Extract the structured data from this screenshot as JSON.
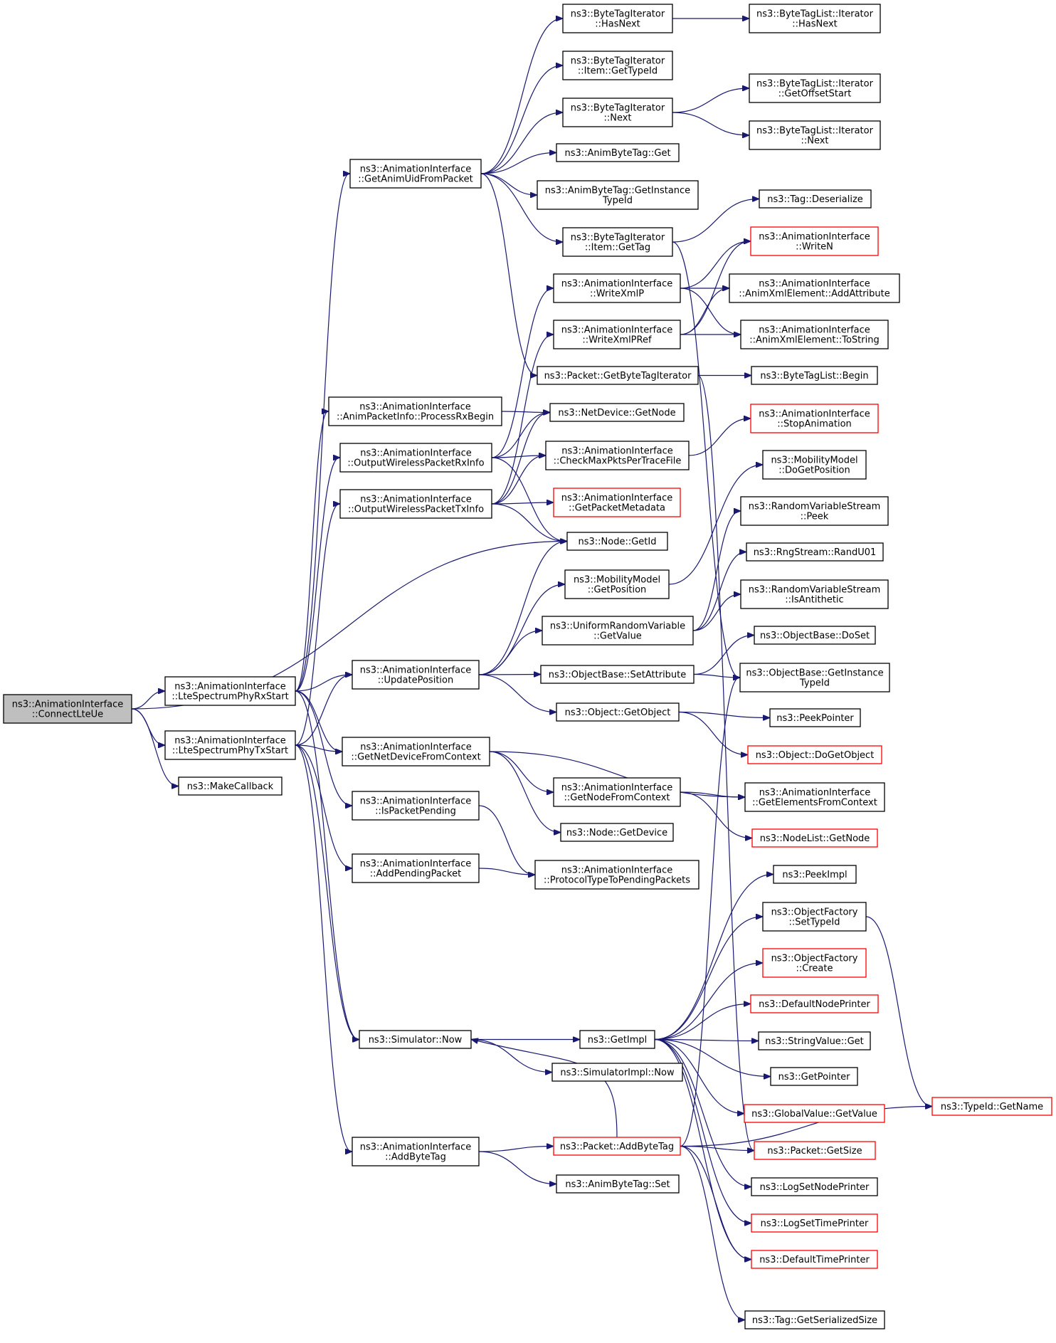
{
  "diagram": {
    "nodes": [
      {
        "id": "connectLteUe",
        "lines": [
          "ns3::AnimationInterface",
          "::ConnectLteUe"
        ],
        "style": "root"
      },
      {
        "id": "phyRxStart",
        "lines": [
          "ns3::AnimationInterface",
          "::LteSpectrumPhyRxStart"
        ],
        "style": "normal"
      },
      {
        "id": "phyTxStart",
        "lines": [
          "ns3::AnimationInterface",
          "::LteSpectrumPhyTxStart"
        ],
        "style": "normal"
      },
      {
        "id": "makeCallback",
        "lines": [
          "ns3::MakeCallback"
        ],
        "style": "normal"
      },
      {
        "id": "getAnimUid",
        "lines": [
          "ns3::AnimationInterface",
          "::GetAnimUidFromPacket"
        ],
        "style": "normal"
      },
      {
        "id": "processRxBegin",
        "lines": [
          "ns3::AnimationInterface",
          "::AnimPacketInfo::ProcessRxBegin"
        ],
        "style": "normal"
      },
      {
        "id": "outRxInfo",
        "lines": [
          "ns3::AnimationInterface",
          "::OutputWirelessPacketRxInfo"
        ],
        "style": "normal"
      },
      {
        "id": "outTxInfo",
        "lines": [
          "ns3::AnimationInterface",
          "::OutputWirelessPacketTxInfo"
        ],
        "style": "normal"
      },
      {
        "id": "updatePosition",
        "lines": [
          "ns3::AnimationInterface",
          "::UpdatePosition"
        ],
        "style": "normal"
      },
      {
        "id": "getNetDevFromCtx",
        "lines": [
          "ns3::AnimationInterface",
          "::GetNetDeviceFromContext"
        ],
        "style": "normal"
      },
      {
        "id": "isPacketPending",
        "lines": [
          "ns3::AnimationInterface",
          "::IsPacketPending"
        ],
        "style": "normal"
      },
      {
        "id": "addPendingPacket",
        "lines": [
          "ns3::AnimationInterface",
          "::AddPendingPacket"
        ],
        "style": "normal"
      },
      {
        "id": "simNow",
        "lines": [
          "ns3::Simulator::Now"
        ],
        "style": "normal"
      },
      {
        "id": "addByteTagAI",
        "lines": [
          "ns3::AnimationInterface",
          "::AddByteTag"
        ],
        "style": "normal"
      },
      {
        "id": "btiHasNext",
        "lines": [
          "ns3::ByteTagIterator",
          "::HasNext"
        ],
        "style": "normal"
      },
      {
        "id": "btiItemGetTypeId",
        "lines": [
          "ns3::ByteTagIterator",
          "::Item::GetTypeId"
        ],
        "style": "normal"
      },
      {
        "id": "btiNext",
        "lines": [
          "ns3::ByteTagIterator",
          "::Next"
        ],
        "style": "normal"
      },
      {
        "id": "abtGet",
        "lines": [
          "ns3::AnimByteTag::Get"
        ],
        "style": "normal"
      },
      {
        "id": "abtGetInstTypeId",
        "lines": [
          "ns3::AnimByteTag::GetInstance",
          "TypeId"
        ],
        "style": "normal"
      },
      {
        "id": "btiItemGetTag",
        "lines": [
          "ns3::ByteTagIterator",
          "::Item::GetTag"
        ],
        "style": "normal"
      },
      {
        "id": "writeXmlP",
        "lines": [
          "ns3::AnimationInterface",
          "::WriteXmlP"
        ],
        "style": "normal"
      },
      {
        "id": "writeXmlPRef",
        "lines": [
          "ns3::AnimationInterface",
          "::WriteXmlPRef"
        ],
        "style": "normal"
      },
      {
        "id": "getByteTagIter",
        "lines": [
          "ns3::Packet::GetByteTagIterator"
        ],
        "style": "normal"
      },
      {
        "id": "netDevGetNode",
        "lines": [
          "ns3::NetDevice::GetNode"
        ],
        "style": "normal"
      },
      {
        "id": "checkMaxPkts",
        "lines": [
          "ns3::AnimationInterface",
          "::CheckMaxPktsPerTraceFile"
        ],
        "style": "normal"
      },
      {
        "id": "getPacketMetadata",
        "lines": [
          "ns3::AnimationInterface",
          "::GetPacketMetadata"
        ],
        "style": "red"
      },
      {
        "id": "nodeGetId",
        "lines": [
          "ns3::Node::GetId"
        ],
        "style": "normal"
      },
      {
        "id": "mmGetPosition",
        "lines": [
          "ns3::MobilityModel",
          "::GetPosition"
        ],
        "style": "normal"
      },
      {
        "id": "urvGetValue",
        "lines": [
          "ns3::UniformRandomVariable",
          "::GetValue"
        ],
        "style": "normal"
      },
      {
        "id": "obSetAttribute",
        "lines": [
          "ns3::ObjectBase::SetAttribute"
        ],
        "style": "normal"
      },
      {
        "id": "objGetObject",
        "lines": [
          "ns3::Object::GetObject"
        ],
        "style": "normal"
      },
      {
        "id": "getNodeFromCtx",
        "lines": [
          "ns3::AnimationInterface",
          "::GetNodeFromContext"
        ],
        "style": "normal"
      },
      {
        "id": "nodeGetDevice",
        "lines": [
          "ns3::Node::GetDevice"
        ],
        "style": "normal"
      },
      {
        "id": "protoTypeToPending",
        "lines": [
          "ns3::AnimationInterface",
          "::ProtocolTypeToPendingPackets"
        ],
        "style": "normal"
      },
      {
        "id": "getImpl",
        "lines": [
          "ns3::GetImpl"
        ],
        "style": "normal"
      },
      {
        "id": "simImplNow",
        "lines": [
          "ns3::SimulatorImpl::Now"
        ],
        "style": "normal"
      },
      {
        "id": "pktAddByteTag",
        "lines": [
          "ns3::Packet::AddByteTag"
        ],
        "style": "red"
      },
      {
        "id": "abtSet",
        "lines": [
          "ns3::AnimByteTag::Set"
        ],
        "style": "normal"
      },
      {
        "id": "btlIterHasNext",
        "lines": [
          "ns3::ByteTagList::Iterator",
          "::HasNext"
        ],
        "style": "normal"
      },
      {
        "id": "btlIterGetOffsetStart",
        "lines": [
          "ns3::ByteTagList::Iterator",
          "::GetOffsetStart"
        ],
        "style": "normal"
      },
      {
        "id": "btlIterNext",
        "lines": [
          "ns3::ByteTagList::Iterator",
          "::Next"
        ],
        "style": "normal"
      },
      {
        "id": "tagDeserialize",
        "lines": [
          "ns3::Tag::Deserialize"
        ],
        "style": "normal"
      },
      {
        "id": "writeN",
        "lines": [
          "ns3::AnimationInterface",
          "::WriteN"
        ],
        "style": "red"
      },
      {
        "id": "axeAddAttribute",
        "lines": [
          "ns3::AnimationInterface",
          "::AnimXmlElement::AddAttribute"
        ],
        "style": "normal"
      },
      {
        "id": "axeToString",
        "lines": [
          "ns3::AnimationInterface",
          "::AnimXmlElement::ToString"
        ],
        "style": "normal"
      },
      {
        "id": "btlBegin",
        "lines": [
          "ns3::ByteTagList::Begin"
        ],
        "style": "normal"
      },
      {
        "id": "stopAnimation",
        "lines": [
          "ns3::AnimationInterface",
          "::StopAnimation"
        ],
        "style": "red"
      },
      {
        "id": "mmDoGetPosition",
        "lines": [
          "ns3::MobilityModel",
          "::DoGetPosition"
        ],
        "style": "normal"
      },
      {
        "id": "rvsPeek",
        "lines": [
          "ns3::RandomVariableStream",
          "::Peek"
        ],
        "style": "normal"
      },
      {
        "id": "rngRandU01",
        "lines": [
          "ns3::RngStream::RandU01"
        ],
        "style": "normal"
      },
      {
        "id": "rvsIsAntithetic",
        "lines": [
          "ns3::RandomVariableStream",
          "::IsAntithetic"
        ],
        "style": "normal"
      },
      {
        "id": "obDoSet",
        "lines": [
          "ns3::ObjectBase::DoSet"
        ],
        "style": "normal"
      },
      {
        "id": "obGetInstTypeId",
        "lines": [
          "ns3::ObjectBase::GetInstance",
          "TypeId"
        ],
        "style": "normal"
      },
      {
        "id": "peekPointer",
        "lines": [
          "ns3::PeekPointer"
        ],
        "style": "normal"
      },
      {
        "id": "objDoGetObject",
        "lines": [
          "ns3::Object::DoGetObject"
        ],
        "style": "red"
      },
      {
        "id": "getElemFromCtx",
        "lines": [
          "ns3::AnimationInterface",
          "::GetElementsFromContext"
        ],
        "style": "normal"
      },
      {
        "id": "nodeListGetNode",
        "lines": [
          "ns3::NodeList::GetNode"
        ],
        "style": "red"
      },
      {
        "id": "peekImpl",
        "lines": [
          "ns3::PeekImpl"
        ],
        "style": "normal"
      },
      {
        "id": "ofSetTypeId",
        "lines": [
          "ns3::ObjectFactory",
          "::SetTypeId"
        ],
        "style": "normal"
      },
      {
        "id": "ofCreate",
        "lines": [
          "ns3::ObjectFactory",
          "::Create"
        ],
        "style": "red"
      },
      {
        "id": "defaultNodePrinter",
        "lines": [
          "ns3::DefaultNodePrinter"
        ],
        "style": "red"
      },
      {
        "id": "stringValueGet",
        "lines": [
          "ns3::StringValue::Get"
        ],
        "style": "normal"
      },
      {
        "id": "getPointer",
        "lines": [
          "ns3::GetPointer"
        ],
        "style": "normal"
      },
      {
        "id": "gvGetValue",
        "lines": [
          "ns3::GlobalValue::GetValue"
        ],
        "style": "red"
      },
      {
        "id": "typeIdGetName",
        "lines": [
          "ns3::TypeId::GetName"
        ],
        "style": "red"
      },
      {
        "id": "pktGetSize",
        "lines": [
          "ns3::Packet::GetSize"
        ],
        "style": "red"
      },
      {
        "id": "logSetNodePrinter",
        "lines": [
          "ns3::LogSetNodePrinter"
        ],
        "style": "normal"
      },
      {
        "id": "logSetTimePrinter",
        "lines": [
          "ns3::LogSetTimePrinter"
        ],
        "style": "red"
      },
      {
        "id": "defaultTimePrinter",
        "lines": [
          "ns3::DefaultTimePrinter"
        ],
        "style": "red"
      },
      {
        "id": "tagGetSerializedSize",
        "lines": [
          "ns3::Tag::GetSerializedSize"
        ],
        "style": "normal"
      }
    ],
    "edges": [
      [
        "connectLteUe",
        "phyRxStart"
      ],
      [
        "connectLteUe",
        "phyTxStart"
      ],
      [
        "connectLteUe",
        "makeCallback"
      ],
      [
        "connectLteUe",
        "nodeGetId"
      ],
      [
        "phyRxStart",
        "getAnimUid"
      ],
      [
        "phyRxStart",
        "processRxBegin"
      ],
      [
        "phyRxStart",
        "outRxInfo"
      ],
      [
        "phyRxStart",
        "updatePosition"
      ],
      [
        "phyRxStart",
        "getNetDevFromCtx"
      ],
      [
        "phyRxStart",
        "isPacketPending"
      ],
      [
        "phyRxStart",
        "simNow"
      ],
      [
        "phyTxStart",
        "outTxInfo"
      ],
      [
        "phyTxStart",
        "updatePosition"
      ],
      [
        "phyTxStart",
        "getNetDevFromCtx"
      ],
      [
        "phyTxStart",
        "addPendingPacket"
      ],
      [
        "phyTxStart",
        "simNow"
      ],
      [
        "phyTxStart",
        "addByteTagAI"
      ],
      [
        "getAnimUid",
        "btiHasNext"
      ],
      [
        "getAnimUid",
        "btiItemGetTypeId"
      ],
      [
        "getAnimUid",
        "btiNext"
      ],
      [
        "getAnimUid",
        "abtGet"
      ],
      [
        "getAnimUid",
        "abtGetInstTypeId"
      ],
      [
        "getAnimUid",
        "btiItemGetTag"
      ],
      [
        "getAnimUid",
        "getByteTagIter"
      ],
      [
        "btiHasNext",
        "btlIterHasNext"
      ],
      [
        "btiNext",
        "btlIterGetOffsetStart"
      ],
      [
        "btiNext",
        "btlIterNext"
      ],
      [
        "btiItemGetTag",
        "tagDeserialize"
      ],
      [
        "btiItemGetTag",
        "obGetInstTypeId"
      ],
      [
        "writeXmlP",
        "writeN"
      ],
      [
        "writeXmlP",
        "axeAddAttribute"
      ],
      [
        "writeXmlP",
        "axeToString"
      ],
      [
        "writeXmlPRef",
        "writeN"
      ],
      [
        "writeXmlPRef",
        "axeAddAttribute"
      ],
      [
        "writeXmlPRef",
        "axeToString"
      ],
      [
        "getByteTagIter",
        "btlBegin"
      ],
      [
        "getByteTagIter",
        "pktGetSize"
      ],
      [
        "processRxBegin",
        "netDevGetNode"
      ],
      [
        "outRxInfo",
        "writeXmlP"
      ],
      [
        "outRxInfo",
        "netDevGetNode"
      ],
      [
        "outRxInfo",
        "checkMaxPkts"
      ],
      [
        "outRxInfo",
        "nodeGetId"
      ],
      [
        "outTxInfo",
        "writeXmlPRef"
      ],
      [
        "outTxInfo",
        "netDevGetNode"
      ],
      [
        "outTxInfo",
        "checkMaxPkts"
      ],
      [
        "outTxInfo",
        "getPacketMetadata"
      ],
      [
        "outTxInfo",
        "nodeGetId"
      ],
      [
        "checkMaxPkts",
        "stopAnimation"
      ],
      [
        "updatePosition",
        "nodeGetId"
      ],
      [
        "updatePosition",
        "mmGetPosition"
      ],
      [
        "updatePosition",
        "urvGetValue"
      ],
      [
        "updatePosition",
        "obSetAttribute"
      ],
      [
        "updatePosition",
        "objGetObject"
      ],
      [
        "mmGetPosition",
        "mmDoGetPosition"
      ],
      [
        "urvGetValue",
        "rvsPeek"
      ],
      [
        "urvGetValue",
        "rngRandU01"
      ],
      [
        "urvGetValue",
        "rvsIsAntithetic"
      ],
      [
        "obSetAttribute",
        "obDoSet"
      ],
      [
        "obSetAttribute",
        "obGetInstTypeId"
      ],
      [
        "objGetObject",
        "peekPointer"
      ],
      [
        "objGetObject",
        "objDoGetObject"
      ],
      [
        "getNetDevFromCtx",
        "getNodeFromCtx"
      ],
      [
        "getNetDevFromCtx",
        "nodeGetDevice"
      ],
      [
        "getNetDevFromCtx",
        "getElemFromCtx"
      ],
      [
        "getNodeFromCtx",
        "getElemFromCtx"
      ],
      [
        "getNodeFromCtx",
        "nodeListGetNode"
      ],
      [
        "isPacketPending",
        "protoTypeToPending"
      ],
      [
        "addPendingPacket",
        "protoTypeToPending"
      ],
      [
        "simNow",
        "getImpl"
      ],
      [
        "simNow",
        "simImplNow"
      ],
      [
        "getImpl",
        "peekImpl"
      ],
      [
        "getImpl",
        "ofSetTypeId"
      ],
      [
        "getImpl",
        "ofCreate"
      ],
      [
        "getImpl",
        "defaultNodePrinter"
      ],
      [
        "getImpl",
        "stringValueGet"
      ],
      [
        "getImpl",
        "getPointer"
      ],
      [
        "getImpl",
        "gvGetValue"
      ],
      [
        "getImpl",
        "logSetNodePrinter"
      ],
      [
        "getImpl",
        "logSetTimePrinter"
      ],
      [
        "getImpl",
        "defaultTimePrinter"
      ],
      [
        "ofSetTypeId",
        "typeIdGetName"
      ],
      [
        "addByteTagAI",
        "pktAddByteTag"
      ],
      [
        "addByteTagAI",
        "abtSet"
      ],
      [
        "pktAddByteTag",
        "simNow"
      ],
      [
        "pktAddByteTag",
        "pktGetSize"
      ],
      [
        "pktAddByteTag",
        "obGetInstTypeId"
      ],
      [
        "pktAddByteTag",
        "typeIdGetName"
      ],
      [
        "pktAddByteTag",
        "tagGetSerializedSize"
      ],
      [
        "pktAddByteTag",
        "defaultTimePrinter"
      ]
    ]
  },
  "colors": {
    "edge": "#191970",
    "red_border": "#ff0000",
    "root_fill": "#bfbfbf"
  }
}
